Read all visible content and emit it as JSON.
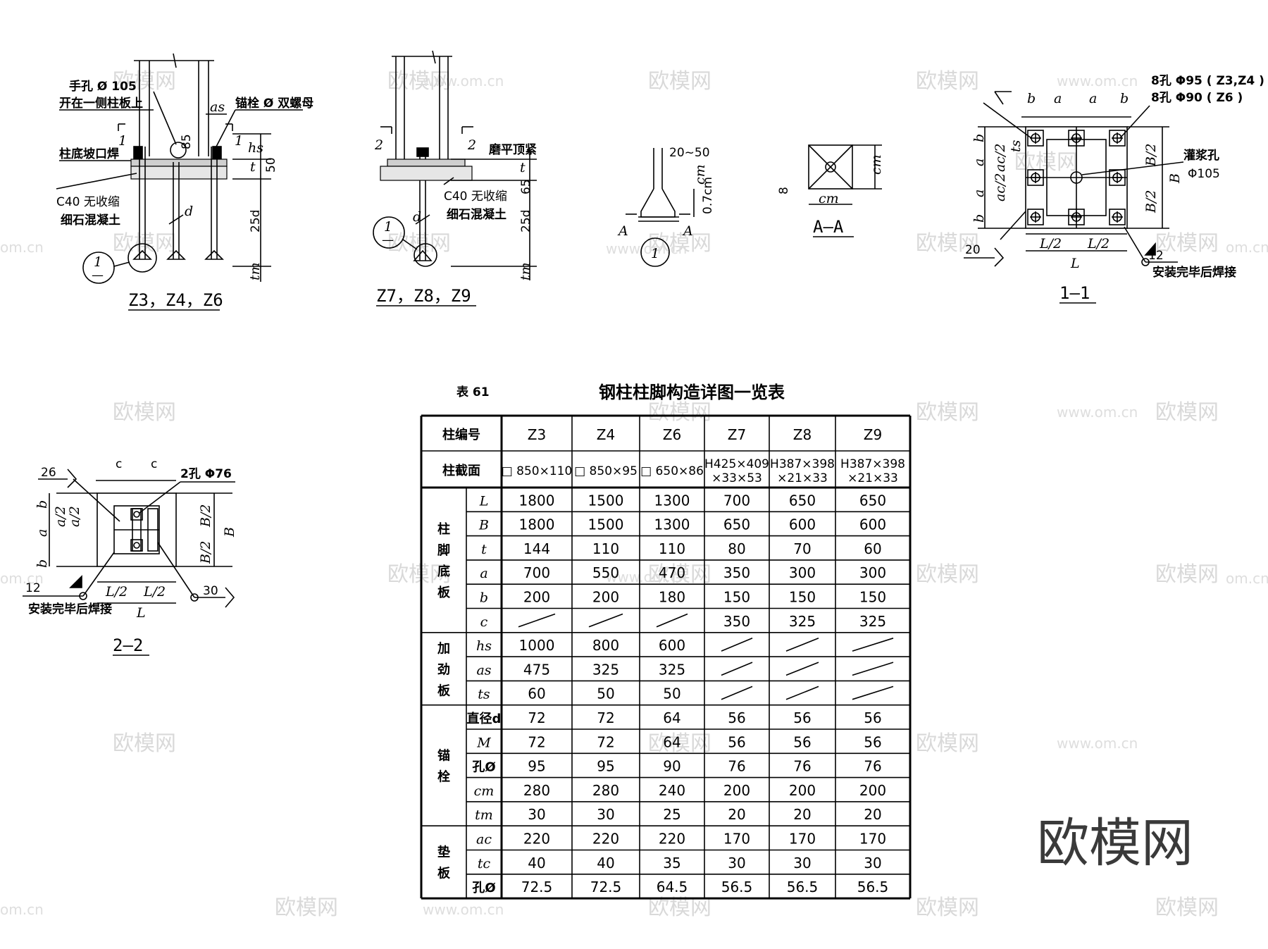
{
  "drawing": {
    "watermark_text": "欧模网",
    "watermark_url": "www.om.cn",
    "watermark_url_short": "om.cn",
    "big_watermark": "欧模网"
  },
  "z3_detail": {
    "hand_hole_line1": "手孔 Ø 105",
    "hand_hole_line2": "开在一侧柱板上",
    "anchor_bolt": "锚栓 Ø 双螺母",
    "weld_note": "柱底坡口焊",
    "concrete_line1": "C40 无收缩",
    "concrete_line2": "细石混凝土",
    "dim_85": "85",
    "dim_50": "50",
    "dim_25d": "25d",
    "sym_as": "as",
    "sym_hs": "hs",
    "sym_t": "t",
    "sym_d": "d",
    "sym_tm": "tm",
    "cut_1": "1",
    "detail_ref_top": "1",
    "detail_ref_bottom": "—",
    "caption": "Z3，Z4，Z6"
  },
  "z7_detail": {
    "cut_2": "2",
    "ground_note": "磨平顶紧",
    "concrete_line1": "C40 无收缩",
    "concrete_line2": "细石混凝土",
    "dim_65": "65",
    "dim_25d": "25d",
    "sym_t": "t",
    "sym_d": "d",
    "sym_tm": "tm",
    "detail_ref_top": "1",
    "detail_ref_bottom": "—",
    "caption": "Z7，Z8，Z9"
  },
  "detail_1": {
    "dim_range": "20~50",
    "sym_cm": "cm",
    "dim_07cm": "0.7cm",
    "cut_a": "A",
    "label": "1"
  },
  "section_aa": {
    "sym_cm": "cm",
    "dim_8": "8",
    "caption": "A—A"
  },
  "section_11": {
    "holes_line1": "8孔 Φ95 ( Z3,Z4 )",
    "holes_line2": "8孔 Φ90 ( Z6 )",
    "grout_label": "灌浆孔",
    "grout_dia": "Φ105",
    "sym_b": "b",
    "sym_a": "a",
    "sym_ts": "ts",
    "sym_ac2": "ac/2",
    "sym_B2": "B/2",
    "sym_B": "B",
    "sym_L2": "L/2",
    "sym_L": "L",
    "weld_20": "20",
    "weld_12": "12",
    "install_note": "安装完毕后焊接",
    "caption": "1—1"
  },
  "section_22": {
    "sym_c": "c",
    "holes": "2孔 Φ76",
    "weld_26": "26",
    "weld_12": "12",
    "weld_30": "30",
    "sym_b": "b",
    "sym_a": "a",
    "sym_a2": "a/2",
    "sym_B2": "B/2",
    "sym_B": "B",
    "sym_L2": "L/2",
    "sym_L": "L",
    "install_note": "安装完毕后焊接",
    "caption": "2—2"
  },
  "table": {
    "number": "表 61",
    "title": "钢柱柱脚构造详图一览表",
    "header_label": "柱编号",
    "section_label": "柱截面",
    "columns": [
      "Z3",
      "Z4",
      "Z6",
      "Z7",
      "Z8",
      "Z9"
    ],
    "sections": [
      {
        "l1": "□ 850×110",
        "l2": ""
      },
      {
        "l1": "□ 850×95",
        "l2": ""
      },
      {
        "l1": "□ 650×86",
        "l2": ""
      },
      {
        "l1": "H425×409",
        "l2": "×33×53"
      },
      {
        "l1": "H387×398",
        "l2": "×21×33"
      },
      {
        "l1": "H387×398",
        "l2": "×21×33"
      }
    ],
    "groups": [
      {
        "label": [
          "柱",
          "脚",
          "底",
          "板"
        ],
        "rows": [
          {
            "sym": "L",
            "values": [
              "1800",
              "1500",
              "1300",
              "700",
              "650",
              "650"
            ]
          },
          {
            "sym": "B",
            "values": [
              "1800",
              "1500",
              "1300",
              "650",
              "600",
              "600"
            ]
          },
          {
            "sym": "t",
            "values": [
              "144",
              "110",
              "110",
              "80",
              "70",
              "60"
            ]
          },
          {
            "sym": "a",
            "values": [
              "700",
              "550",
              "470",
              "350",
              "300",
              "300"
            ]
          },
          {
            "sym": "b",
            "values": [
              "200",
              "200",
              "180",
              "150",
              "150",
              "150"
            ]
          },
          {
            "sym": "c",
            "values": [
              "/",
              "/",
              "/",
              "350",
              "325",
              "325"
            ]
          }
        ]
      },
      {
        "label": [
          "加",
          "劲",
          "板"
        ],
        "rows": [
          {
            "sym": "hs",
            "values": [
              "1000",
              "800",
              "600",
              "/",
              "/",
              "/"
            ]
          },
          {
            "sym": "as",
            "values": [
              "475",
              "325",
              "325",
              "/",
              "/",
              "/"
            ]
          },
          {
            "sym": "ts",
            "values": [
              "60",
              "50",
              "50",
              "/",
              "/",
              "/"
            ]
          }
        ]
      },
      {
        "label": [
          "锚",
          "栓"
        ],
        "rows": [
          {
            "sym": "直径d",
            "values": [
              "72",
              "72",
              "64",
              "56",
              "56",
              "56"
            ]
          },
          {
            "sym": "M",
            "values": [
              "72",
              "72",
              "64",
              "56",
              "56",
              "56"
            ]
          },
          {
            "sym": "孔Ø",
            "values": [
              "95",
              "95",
              "90",
              "76",
              "76",
              "76"
            ]
          },
          {
            "sym": "cm",
            "values": [
              "280",
              "280",
              "240",
              "200",
              "200",
              "200"
            ]
          },
          {
            "sym": "tm",
            "values": [
              "30",
              "30",
              "25",
              "20",
              "20",
              "20"
            ]
          }
        ]
      },
      {
        "label": [
          "垫",
          "板"
        ],
        "rows": [
          {
            "sym": "ac",
            "values": [
              "220",
              "220",
              "220",
              "170",
              "170",
              "170"
            ]
          },
          {
            "sym": "tc",
            "values": [
              "40",
              "40",
              "35",
              "30",
              "30",
              "30"
            ]
          },
          {
            "sym": "孔Ø",
            "values": [
              "72.5",
              "72.5",
              "64.5",
              "56.5",
              "56.5",
              "56.5"
            ]
          }
        ]
      }
    ]
  }
}
